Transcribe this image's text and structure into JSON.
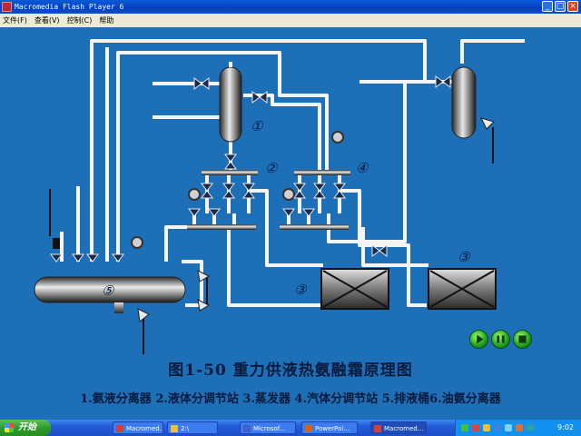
{
  "window": {
    "title": "Macromedia Flash Player 6",
    "minimize": "_",
    "maximize": "□",
    "close": "×"
  },
  "menu": [
    "文件(F)",
    "查看(V)",
    "控制(C)",
    "帮助"
  ],
  "diagram": {
    "labels": [
      "①",
      "②",
      "④",
      "③",
      "③",
      "⑤"
    ]
  },
  "caption": {
    "title": "图1-50  重力供液热氨融霜原理图",
    "legend": "1.氨液分离器 2.液体分调节站 3.蒸发器 4.汽体分调节站 5.排液桶6.油氨分离器"
  },
  "playback": [
    "play",
    "pause",
    "stop"
  ],
  "taskbar": {
    "start": "开始",
    "tasks": [
      "Macromed...",
      "2:\\",
      "Microsof...",
      "PowerPoi...",
      "Macromed..."
    ],
    "clock": "9:02"
  },
  "colors": {
    "background": "#1d6fb7",
    "pipe": "#f4f4f4",
    "accent_green": "#1d9c1d"
  }
}
